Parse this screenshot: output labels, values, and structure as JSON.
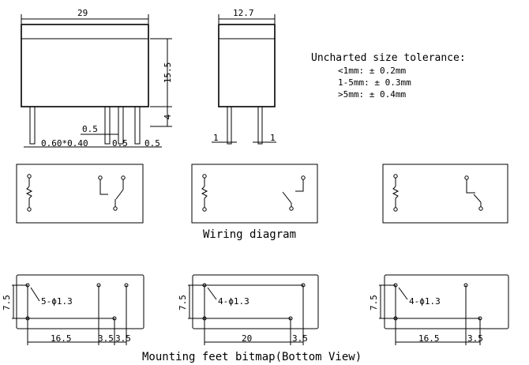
{
  "dimensions": {
    "length": "29",
    "width": "12.7",
    "height": "15.5",
    "pin_length": "4",
    "pin_thick": "0.5",
    "pitch_dims": "0.60*0.40",
    "dim_05_a": "0.5",
    "dim_05_b": "0.5",
    "side_pin_l": "1",
    "side_pin_r": "1"
  },
  "tolerance": {
    "title": "Uncharted size tolerance:",
    "lines": [
      "<1mm: ± 0.2mm",
      "1-5mm: ± 0.3mm",
      ">5mm: ± 0.4mm"
    ]
  },
  "wiring": {
    "caption": "Wiring diagram"
  },
  "footprints": [
    {
      "hole_label": "5-ϕ1.3",
      "v_dim": "7.5",
      "h_dims": [
        "16.5",
        "3.5",
        "3.5"
      ]
    },
    {
      "hole_label": "4-ϕ1.3",
      "v_dim": "7.5",
      "h_dims": [
        "20",
        "3.5"
      ]
    },
    {
      "hole_label": "4-ϕ1.3",
      "v_dim": "7.5",
      "h_dims": [
        "16.5",
        "3.5"
      ]
    }
  ],
  "mounting": {
    "caption": "Mounting feet bitmap(Bottom View)"
  }
}
